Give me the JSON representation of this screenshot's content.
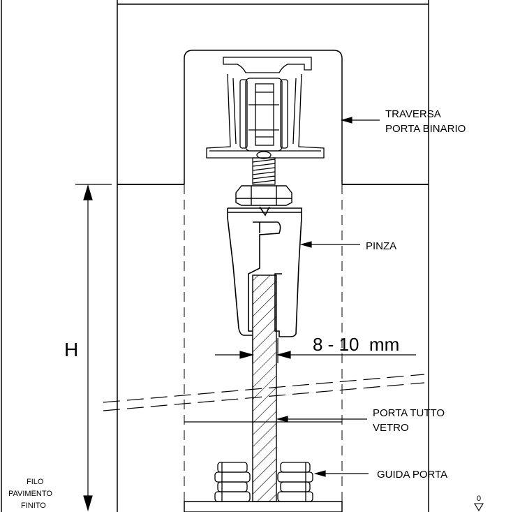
{
  "labels": {
    "traversa": [
      "TRAVERSA",
      "PORTA BINARIO"
    ],
    "pinza": "PINZA",
    "porta": [
      "PORTA TUTTO",
      "VETRO"
    ],
    "guida": "GUIDA PORTA",
    "filo": [
      "FILO",
      "PAVIMENTO",
      "FINITO"
    ],
    "height_symbol": "H",
    "gap_dimension": "8 - 10  mm",
    "floor_level": "0"
  },
  "colors": {
    "stroke": "#000000",
    "background": "#ffffff"
  }
}
